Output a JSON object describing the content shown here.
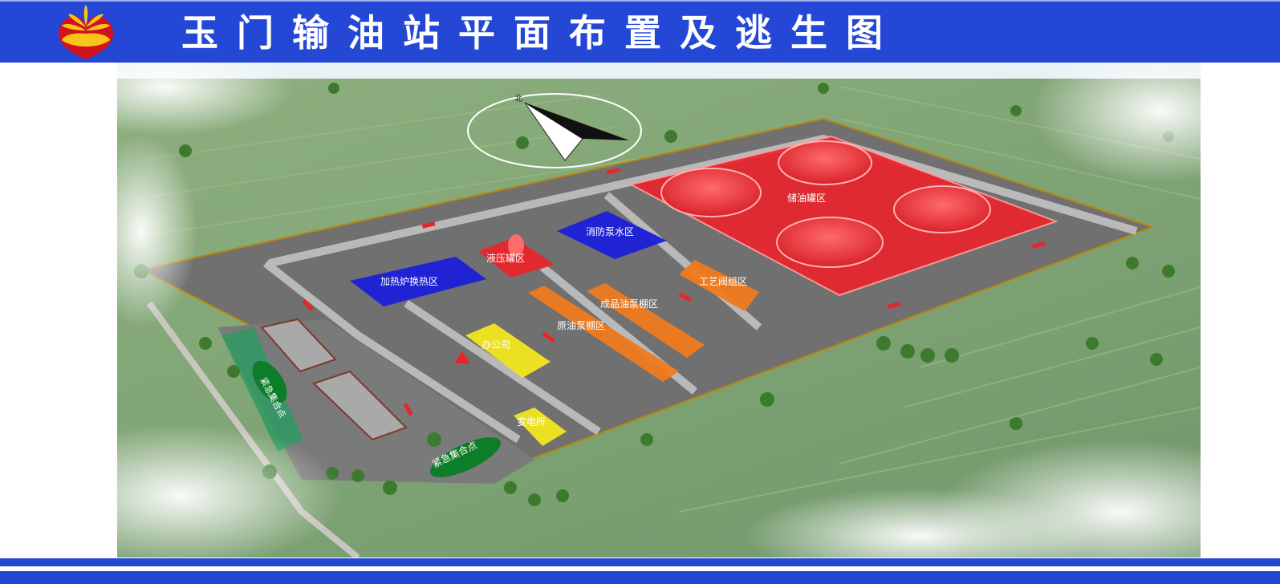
{
  "header": {
    "title": "玉门输油站平面布置及逃生图",
    "logo": "petrochina-logo"
  },
  "compass": {
    "label": "北"
  },
  "zones": {
    "storage_tanks": "储油罐区",
    "fire_pump": "消防泵水区",
    "hydraulic_tank": "液压罐区",
    "heater_exchange": "加热炉换热区",
    "process_valve": "工艺阀组区",
    "product_pump": "成品油泵棚区",
    "crude_pump": "原油泵棚区",
    "office": "办公司",
    "substation": "变电所",
    "assembly_point_1": "紧急集合点",
    "assembly_point_2": "紧急集合点"
  },
  "colors": {
    "header_blue": "#2447d6",
    "storage_red": "#e8252b",
    "fire_blue": "#1a1fd8",
    "process_orange": "#f07a1e",
    "office_yellow": "#f2e61e",
    "assembly_green": "#0e7d2a"
  }
}
